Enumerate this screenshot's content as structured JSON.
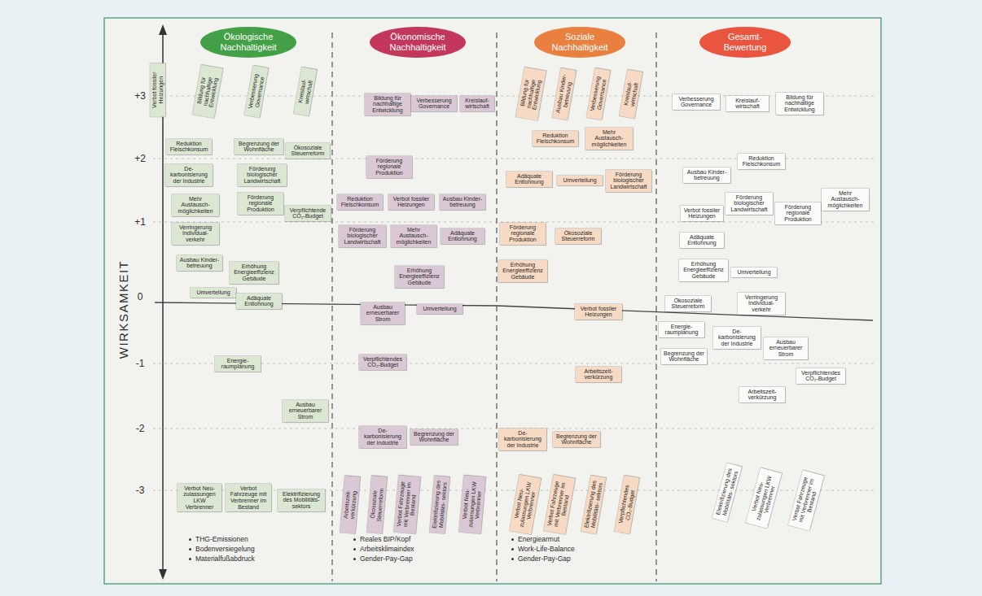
{
  "diagram": {
    "nodes": [
      {
        "text": [
          "Ökologische Nachhaltigkeit"
        ]
      },
      {
        "text": [
          "Ökonomische Nachhaltigkeit"
        ]
      },
      {
        "text": [
          "Soziale Nachhaltigkeit"
        ]
      },
      {
        "text": [
          "Gesamt- Bewertung"
        ]
      },
      {
        "text": [
          "Verbot fossiler Heizungen"
        ]
      },
      {
        "text": [
          "Bildung für nachhaltige Entwicklung"
        ]
      },
      {
        "text": [
          "Verbesserung Governance"
        ]
      },
      {
        "text": [
          "Kreislauf- wirtschaft"
        ]
      },
      {
        "text": [
          "Reduktion Fleischkonsum"
        ]
      },
      {
        "text": [
          "Begrenzung der Wohnfläche"
        ]
      },
      {
        "text": [
          "Ökosoziale Steuerreform"
        ]
      },
      {
        "text": [
          "De- karbonisierung der Industrie"
        ]
      },
      {
        "text": [
          "Förderung biologischer Landwirtschaft"
        ]
      },
      {
        "text": [
          "Mehr Austausch- möglichkeiten"
        ]
      },
      {
        "text": [
          "Förderung regionale Produktion"
        ]
      },
      {
        "text": [
          "Verpflichtende CO₂-Budget"
        ]
      },
      {
        "text": [
          "Verringerung Individual- verkehr"
        ]
      },
      {
        "text": [
          "Ausbau Kinder- betreuung"
        ]
      },
      {
        "text": [
          "Erhöhung Energieeffizienz Gebäude"
        ]
      },
      {
        "text": [
          "Umverteilung"
        ]
      },
      {
        "text": [
          "Adäquate Entlohnung"
        ]
      },
      {
        "text": [
          "Energie- raumplanung"
        ]
      },
      {
        "text": [
          "Ausbau erneuerbarer Strom"
        ]
      },
      {
        "text": [
          "Verbot Neu- zulassungen LKW Verbrenner"
        ]
      },
      {
        "text": [
          "Verbot Fahrzeuge mit Verbrenner im Bestand"
        ]
      },
      {
        "text": [
          "Elektrifizierung des Mobilitäts- sektors"
        ]
      },
      {
        "text": [
          "Bildung für nachhaltige Entwicklung"
        ]
      },
      {
        "text": [
          "Verbesserung Governance"
        ]
      },
      {
        "text": [
          "Kreislauf- wirtschaft"
        ]
      },
      {
        "text": [
          "Förderung regionale Produktion"
        ]
      },
      {
        "text": [
          "Reduktion Fleischkonsum"
        ]
      },
      {
        "text": [
          "Verbot fossiler Heizungen"
        ]
      },
      {
        "text": [
          "Ausbau Kinder- betreuung"
        ]
      },
      {
        "text": [
          "Förderung biologischer Landwirtschaft"
        ]
      },
      {
        "text": [
          "Mehr Austausch- möglichkeiten"
        ]
      },
      {
        "text": [
          "Adäquate Entlohnung"
        ]
      },
      {
        "text": [
          "Erhöhung Energieeffizienz Gebäude"
        ]
      },
      {
        "text": [
          "Ausbau erneuerbarer Strom"
        ]
      },
      {
        "text": [
          "Umverteilung"
        ]
      },
      {
        "text": [
          "Verpflichtendes CO₂-Budget"
        ]
      },
      {
        "text": [
          "De- karbonisierung der Industrie"
        ]
      },
      {
        "text": [
          "Begrenzung der Wohnfläche"
        ]
      },
      {
        "text": [
          "Arbeitszeit- verkürzung"
        ]
      },
      {
        "text": [
          "Ökosoziale Steuerreform"
        ]
      },
      {
        "text": [
          "Verbot Fahrzeuge mit Verbrenner im Bestand"
        ]
      },
      {
        "text": [
          "Elektrifizierung des Mobilitäts- sektors"
        ]
      },
      {
        "text": [
          "Verbot Neu- zulassungen LKW Verbrenner"
        ]
      },
      {
        "text": [
          "Bildung für nachhaltige Entwicklung"
        ]
      },
      {
        "text": [
          "Ausbau Kinder- betreuung"
        ]
      },
      {
        "text": [
          "Verbesserung Governance"
        ]
      },
      {
        "text": [
          "Kreislauf- wirtschaft"
        ]
      },
      {
        "text": [
          "Reduktion Fleischkonsum"
        ]
      },
      {
        "text": [
          "Mehr Austausch- möglichkeiten"
        ]
      },
      {
        "text": [
          "Adäquate Entlohnung"
        ]
      },
      {
        "text": [
          "Umverteilung"
        ]
      },
      {
        "text": [
          "Förderung biologischer Landwirtschaft"
        ]
      },
      {
        "text": [
          "Förderung regionale Produktion"
        ]
      },
      {
        "text": [
          "Ökosoziale Steuerreform"
        ]
      },
      {
        "text": [
          "Erhöhung Energieeffizienz Gebäude"
        ]
      },
      {
        "text": [
          "Verbot fossiler Heizungen"
        ]
      },
      {
        "text": [
          "Arbeitszeit- verkürzung"
        ]
      },
      {
        "text": [
          "De- karbonisierung der Industrie"
        ]
      },
      {
        "text": [
          "Begrenzung der Wohnfläche"
        ]
      },
      {
        "text": [
          "Verbot Neu- zulassungen LKW Verbrenner"
        ]
      },
      {
        "text": [
          "Verbot Fahrzeuge mit Verbrenner im Bestand"
        ]
      },
      {
        "text": [
          "Elektrifizierung des Mobilitäts- sektors"
        ]
      },
      {
        "text": [
          "Verpflichtendes CO₂-Budget"
        ]
      },
      {
        "text": [
          "Verbesserung Governance"
        ]
      },
      {
        "text": [
          "Kreislauf- wirtschaft"
        ]
      },
      {
        "text": [
          "Bildung für nachhaltige Entwicklung"
        ]
      },
      {
        "text": [
          "Reduktion Fleischkonsum"
        ]
      },
      {
        "text": [
          "Ausbau Kinder- betreuung"
        ]
      },
      {
        "text": [
          "Förderung biologischer Landwirtschaft"
        ]
      },
      {
        "text": [
          "Förderung regionale Produktion"
        ]
      },
      {
        "text": [
          "Mehr Austausch- möglichkeiten"
        ]
      },
      {
        "text": [
          "Verbot fossiler Heizungen"
        ]
      },
      {
        "text": [
          "Adäquate Entlohnung"
        ]
      },
      {
        "text": [
          "Erhöhung Energieeffizienz Gebäude"
        ]
      },
      {
        "text": [
          "Umverteilung"
        ]
      },
      {
        "text": [
          "Ökosoziale Steuerreform"
        ]
      },
      {
        "text": [
          "Verringerung Individual- verkehr"
        ]
      },
      {
        "text": [
          "Energie- raumplanung"
        ]
      },
      {
        "text": [
          "De- karbonisierung der Industrie"
        ]
      },
      {
        "text": [
          "Ausbau erneuerbarer Strom"
        ]
      },
      {
        "text": [
          "Begrenzung der Wohnfläche"
        ]
      },
      {
        "text": [
          "Verpflichtendes CO₂-Budget"
        ]
      },
      {
        "text": [
          "Arbeitszeit- verkürzung"
        ]
      },
      {
        "text": [
          "Elektrifizierung des Mobilitäts- sektors"
        ]
      },
      {
        "text": [
          "Verbot Neu- zulassungen LKW Verbrenner"
        ]
      },
      {
        "text": [
          "Verbot Fahrzeuge mit Verbrenner im Bestand"
        ]
      }
    ],
    "labels": [
      "WIRKSAMKEIT",
      "+3",
      "+2",
      "+1",
      "0",
      "-1",
      "-2",
      "-3",
      "THG-Emissionen",
      "Bodenversiegelung",
      "Materialfußabdruck",
      "Reales BIP/Kopf",
      "Arbeitsklimaindex",
      "Gender-Pay-Gap",
      "Energiearmut",
      "Work-Life-Balance",
      "Gender-Pay-Gap"
    ]
  }
}
